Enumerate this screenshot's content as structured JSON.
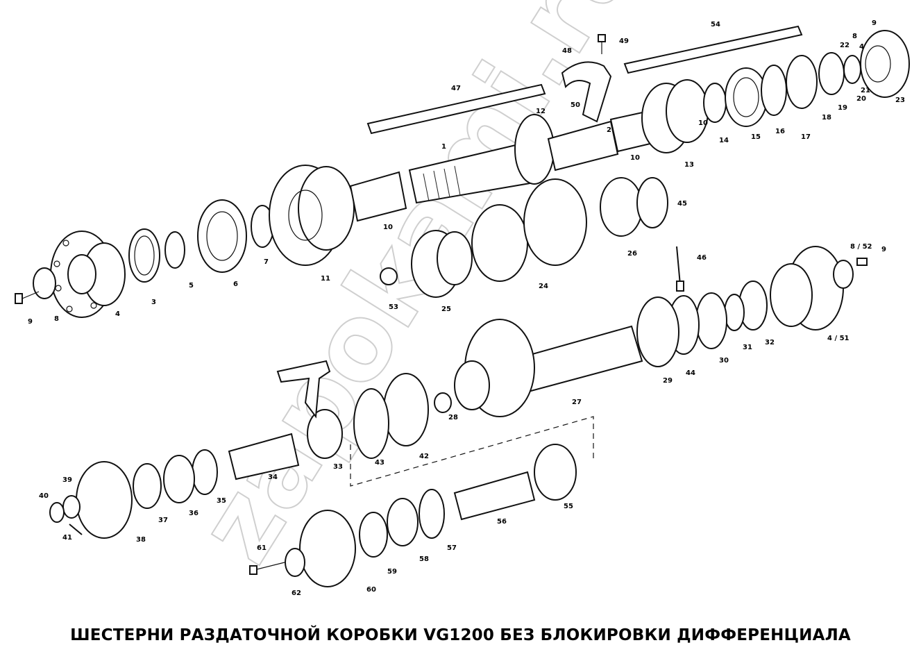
{
  "title": "ШЕСТЕРНИ РАЗДАТОЧНОЙ КОРОБКИ VG1200 БЕЗ БЛОКИРОВКИ ДИФФЕРЕНЦИАЛА",
  "watermark": "zapokami.ru",
  "part_labels": [
    "1",
    "2",
    "3",
    "4",
    "5",
    "6",
    "7",
    "8",
    "9",
    "10",
    "10",
    "10",
    "11",
    "12",
    "13",
    "14",
    "15",
    "16",
    "17",
    "18",
    "19",
    "20",
    "21",
    "22",
    "23",
    "24",
    "25",
    "26",
    "27",
    "28",
    "29",
    "30",
    "31",
    "32",
    "33",
    "34",
    "35",
    "36",
    "37",
    "38",
    "39",
    "40",
    "41",
    "42",
    "43",
    "44",
    "45",
    "46",
    "47",
    "48",
    "49",
    "50",
    "53",
    "54",
    "55",
    "56",
    "57",
    "58",
    "59",
    "60",
    "61",
    "62",
    "8 / 52",
    "9",
    "4 / 51",
    "8",
    "9",
    "4"
  ]
}
